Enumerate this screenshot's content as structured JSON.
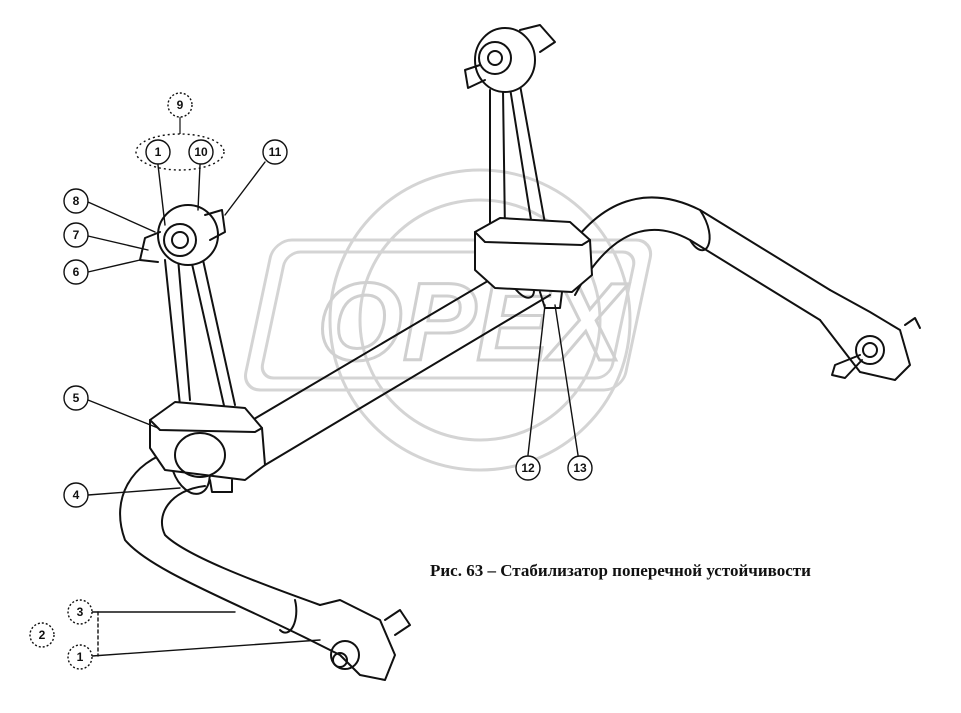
{
  "caption": "Рис. 63 – Стабилизатор поперечной устойчивости",
  "watermark": {
    "text": "ОРЕХ",
    "color": "#d9d9d9"
  },
  "callouts": [
    {
      "id": "1",
      "label": "1"
    },
    {
      "id": "10",
      "label": "10"
    },
    {
      "id": "9",
      "label": "9"
    },
    {
      "id": "11",
      "label": "11"
    },
    {
      "id": "8",
      "label": "8"
    },
    {
      "id": "7",
      "label": "7"
    },
    {
      "id": "6",
      "label": "6"
    },
    {
      "id": "5",
      "label": "5"
    },
    {
      "id": "4",
      "label": "4"
    },
    {
      "id": "12",
      "label": "12"
    },
    {
      "id": "13",
      "label": "13"
    },
    {
      "id": "3",
      "label": "3"
    },
    {
      "id": "2",
      "label": "2"
    },
    {
      "id": "1b",
      "label": "1"
    }
  ],
  "colors": {
    "line": "#111111",
    "background": "#ffffff"
  }
}
